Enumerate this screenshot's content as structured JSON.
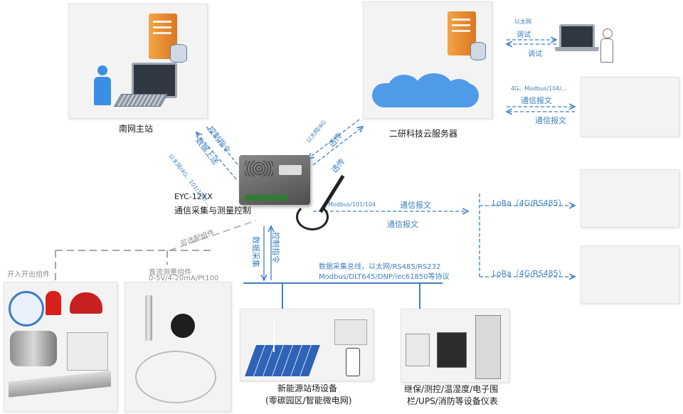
{
  "nodes": {
    "south_grid_master": {
      "label": "南网主站"
    },
    "cloud_server": {
      "label": "二研科技云服务器"
    },
    "device": {
      "model": "EYC-12XX",
      "name": "通信采集与测量控制"
    },
    "new_energy": {
      "line1": "新能源站场设备",
      "line2": "(零碳园区/智能微电网)"
    },
    "instruments": {
      "line1": "继保/测控/温湿度/电子围",
      "line2": "栏/UPS/消防等设备仪表"
    },
    "io_group": {
      "label": "开入开出组件"
    },
    "dc_group": {
      "line1": "直流测量组件",
      "line2": "0-5V/4-20mA/Pt100"
    },
    "optional": {
      "label": "可选配组件"
    }
  },
  "links": {
    "master_protocol": "以太网/4G、101/104/...",
    "control_cmd": "控制指令",
    "data_upload": "数据上送",
    "cloud_protocol": "以太网/4G",
    "passthrough_1": "透传",
    "passthrough_2": "透传",
    "debug_protocol": "以太网",
    "debug_1": "调试",
    "debug_2": "调试",
    "site_protocol": "4G、Modbus/104/...",
    "comm_msg_1": "通信报文",
    "comm_msg_2": "通信报文",
    "modbus_protocol": "Modbus/101/104",
    "comm_msg_3": "通信报文",
    "comm_msg_4": "通信报文",
    "lora_1": "LoRa（4G/RS485）",
    "lora_2": "LoRa（4G/RS485）",
    "control_cmd_2": "控制指令",
    "data_collect": "数据采集",
    "bus_line1": "数据采集总线，以太网/RS485/RS232",
    "bus_line2": "Modbus/DLT645/DNP/iec61850等协议"
  },
  "colors": {
    "link_blue": "#3f7fc2",
    "optional_gray": "#a6a6a6",
    "server_orange": "#e98a2c",
    "device_gray": "#6d6d6d",
    "cloud_blue": "#4f9be8",
    "solar_blue": "#2f63b5"
  }
}
